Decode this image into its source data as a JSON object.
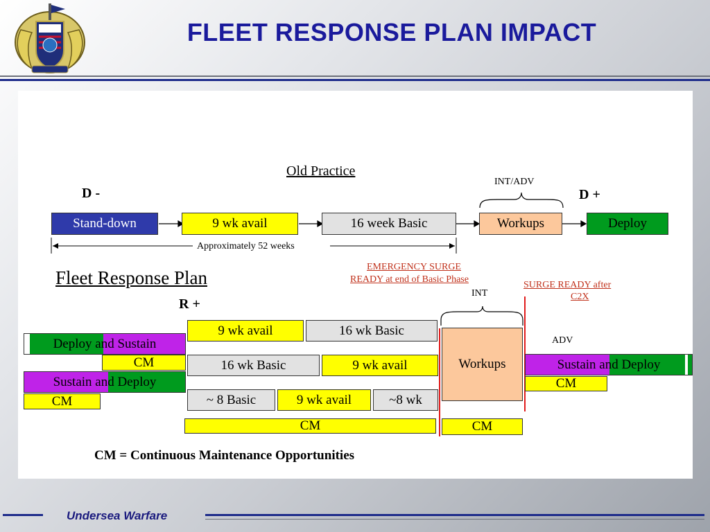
{
  "header": {
    "title": "FLEET RESPONSE PLAN IMPACT",
    "logo_icon": "submarine-force-emblem-icon"
  },
  "old_practice": {
    "heading": "Old Practice",
    "d_minus": "D -",
    "d_plus": "D +",
    "int_adv": "INT/ADV",
    "steps": [
      "Stand-down",
      "9 wk avail",
      "16 week Basic",
      "Workups",
      "Deploy"
    ],
    "duration": "Approximately 52 weeks"
  },
  "frp": {
    "heading": "Fleet Response Plan",
    "r_plus": "R +",
    "emergency_surge": [
      "EMERGENCY SURGE",
      "READY at end of Basic Phase"
    ],
    "surge_ready": [
      "SURGE READY after",
      "C2X"
    ],
    "int_label": "INT",
    "adv_label": "ADV",
    "left_col": {
      "deploy_sustain": "Deploy and Sustain",
      "cm1": "CM",
      "sustain_deploy": "Sustain and Deploy",
      "cm2": "CM"
    },
    "row1": [
      "9 wk avail",
      "16 wk Basic"
    ],
    "row2": [
      "16 wk Basic",
      "9 wk avail"
    ],
    "row3": [
      "~ 8 Basic",
      "9 wk avail",
      "~8 wk"
    ],
    "cm_wide": "CM",
    "workups": "Workups",
    "cm_workups": "CM",
    "right": {
      "sustain_deploy": "Sustain and Deploy",
      "cm": "CM"
    },
    "legend": "CM = Continuous Maintenance Opportunities"
  },
  "footer": {
    "label": "Undersea Warfare"
  },
  "colors": {
    "title": "#1a1a9c",
    "stand_down": "#2f3aaa",
    "avail": "#ffff00",
    "basic": "#e2e2e2",
    "workups": "#fcc89c",
    "deploy": "#009b1e",
    "sustain": "#bf23e8",
    "surge_line": "#e11b1b",
    "annotation": "#c0301a"
  }
}
